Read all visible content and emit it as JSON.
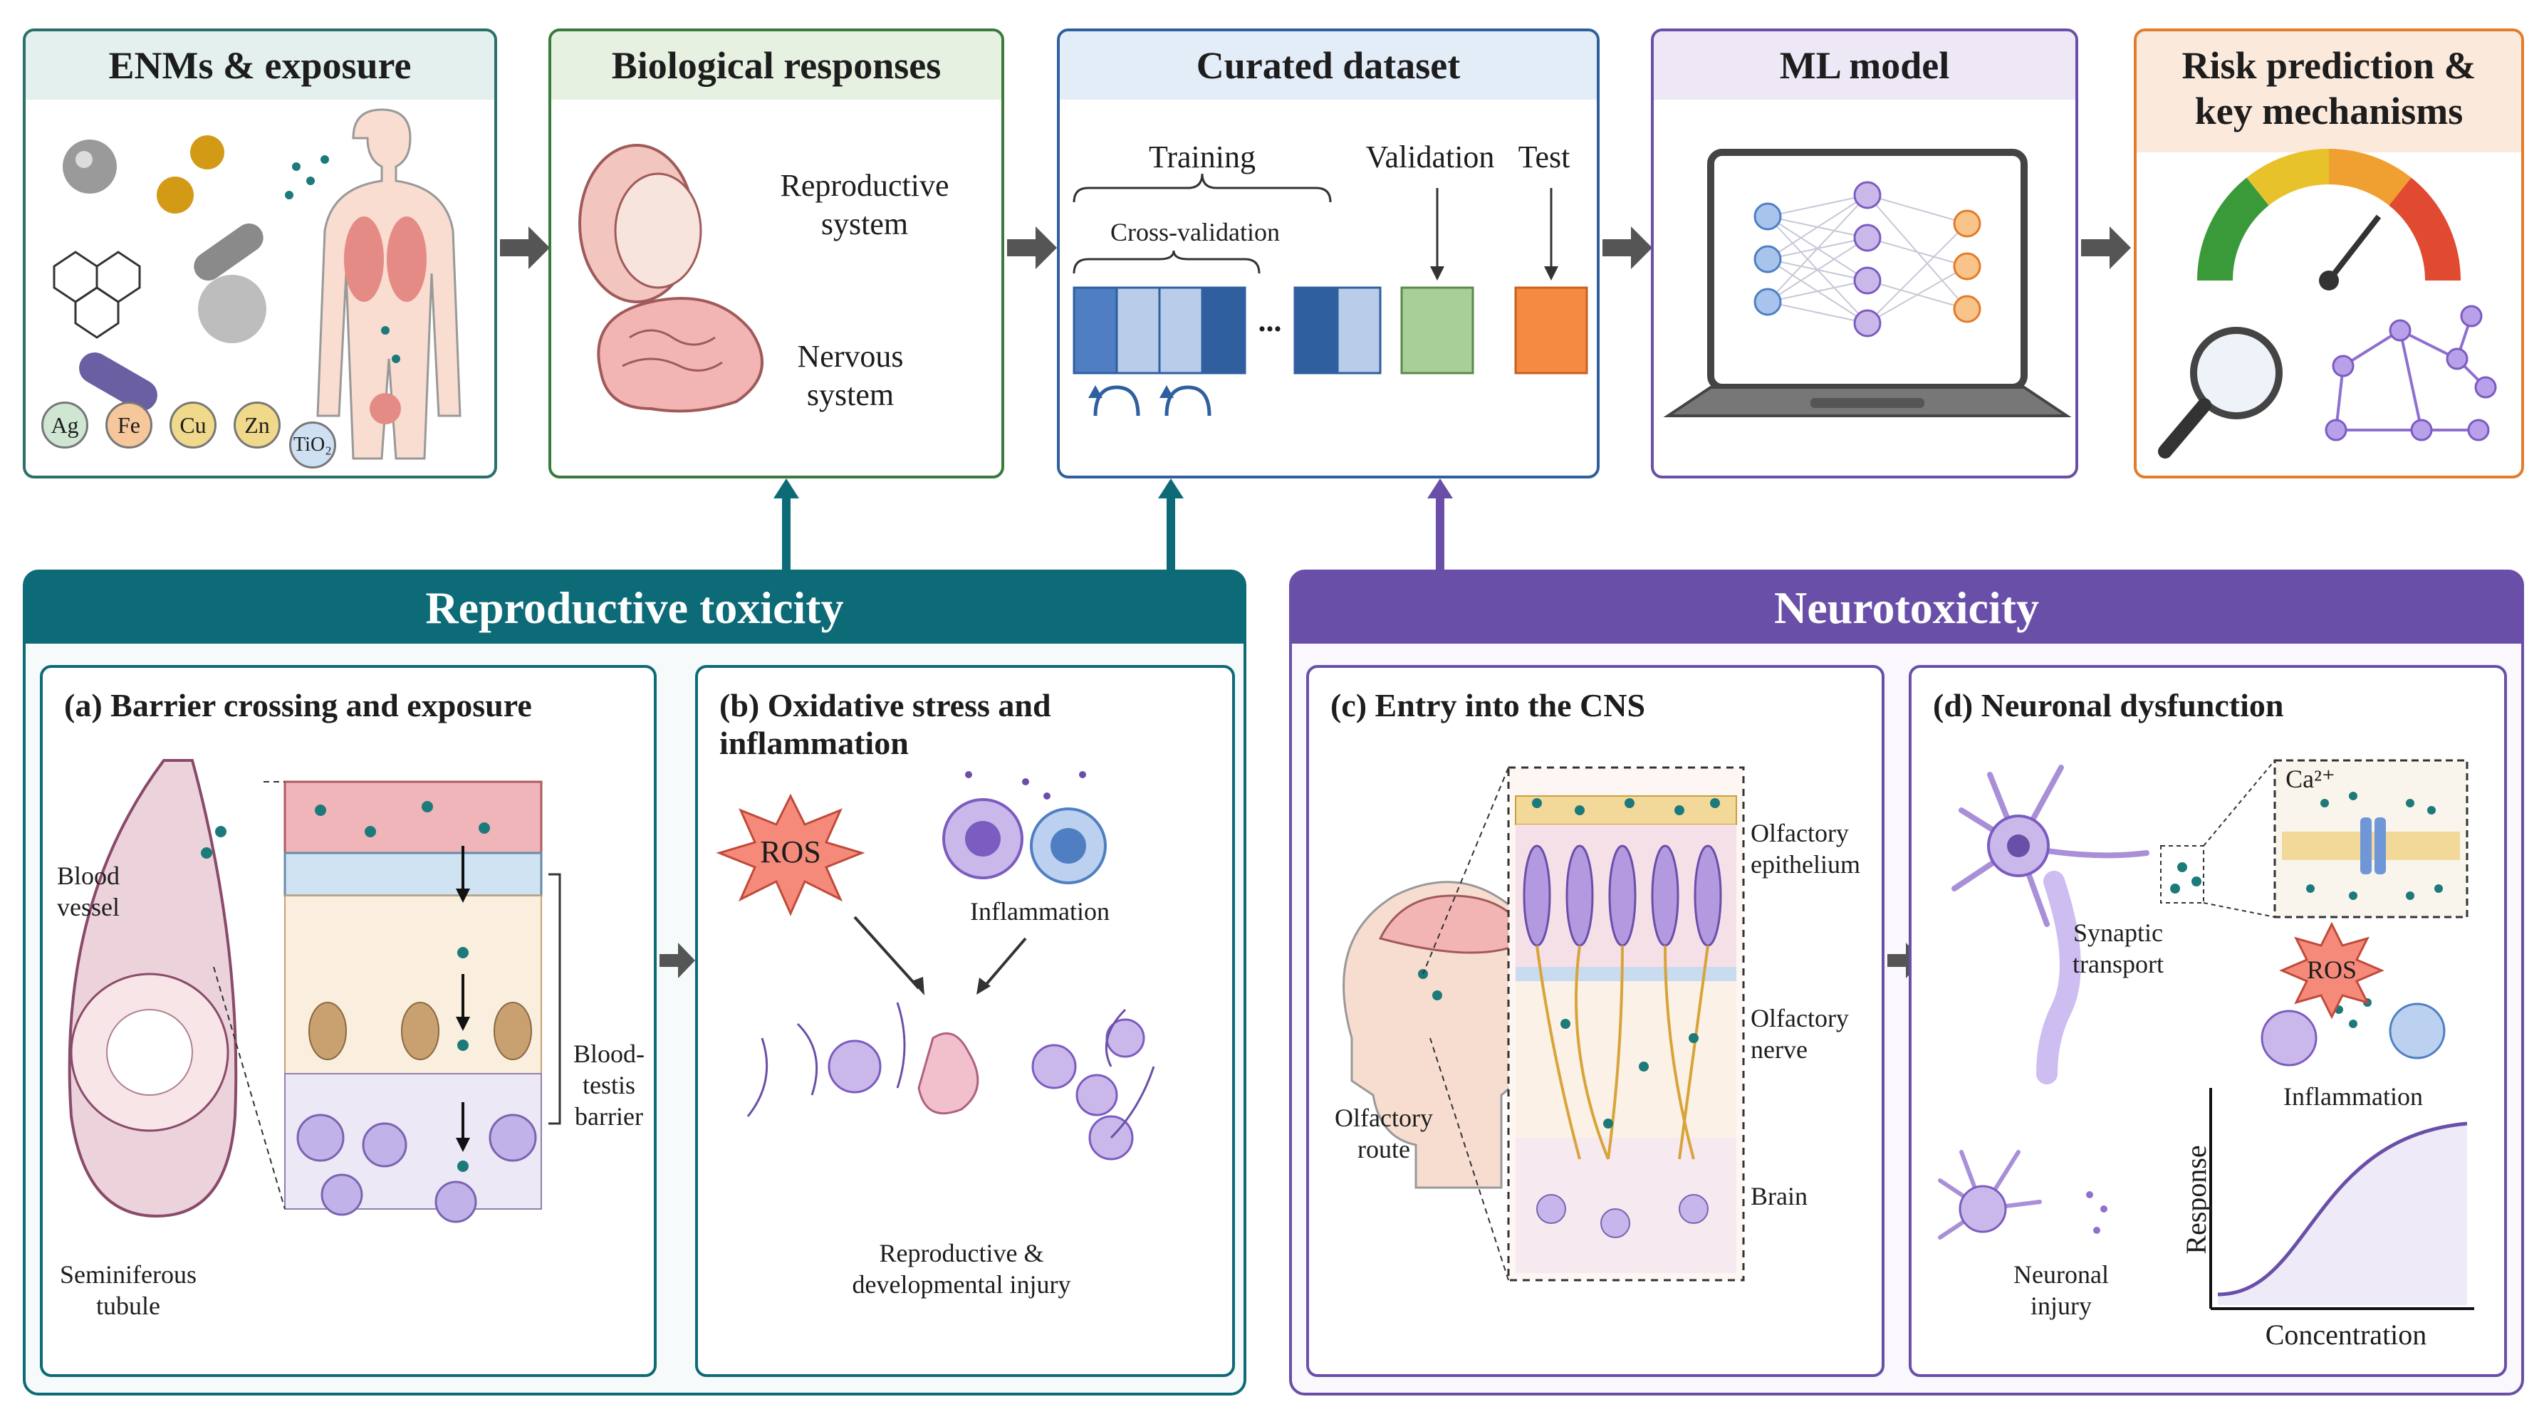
{
  "colors": {
    "teal": "#0d6b78",
    "green_border": "#3a7a3a",
    "blue_border": "#2f5f9f",
    "purple": "#6a4fa8",
    "orange": "#e37b2a"
  },
  "top_row": {
    "enm": {
      "title": "ENMs & exposure",
      "chips": [
        "Ag",
        "Fe",
        "Cu",
        "Zn",
        "TiO₂"
      ]
    },
    "bio": {
      "title": "Biological responses",
      "items": [
        "Reproductive system",
        "Nervous system"
      ]
    },
    "dataset": {
      "title": "Curated dataset",
      "training": "Training",
      "cross_validation": "Cross-validation",
      "validation": "Validation",
      "test": "Test",
      "ellipsis": "..."
    },
    "ml": {
      "title": "ML model"
    },
    "risk": {
      "title": "Risk prediction & key mechanisms"
    }
  },
  "reproductive": {
    "heading": "Reproductive toxicity",
    "panel_a": {
      "title": "(a) Barrier crossing and exposure",
      "blood_vessel": "Blood vessel",
      "seminiferous_tubule": "Seminiferous tubule",
      "blood_testis_barrier": "Blood-testis barrier"
    },
    "panel_b": {
      "title": "(b) Oxidative stress and inflammation",
      "ros": "ROS",
      "inflammation": "Inflammation",
      "injury": "Reproductive & developmental injury"
    }
  },
  "neuro": {
    "heading": "Neurotoxicity",
    "panel_c": {
      "title": "(c) Entry into the CNS",
      "olfactory_route": "Olfactory route",
      "olfactory_epithelium": "Olfactory epithelium",
      "olfactory_nerve": "Olfactory nerve",
      "brain": "Brain"
    },
    "panel_d": {
      "title": "(d) Neuronal dysfunction",
      "calcium": "Ca²⁺",
      "synaptic_transport": "Synaptic transport",
      "ros": "ROS",
      "inflammation": "Inflammation",
      "neuronal_injury": "Neuronal injury",
      "y_axis": "Response",
      "x_axis": "Concentration"
    }
  }
}
